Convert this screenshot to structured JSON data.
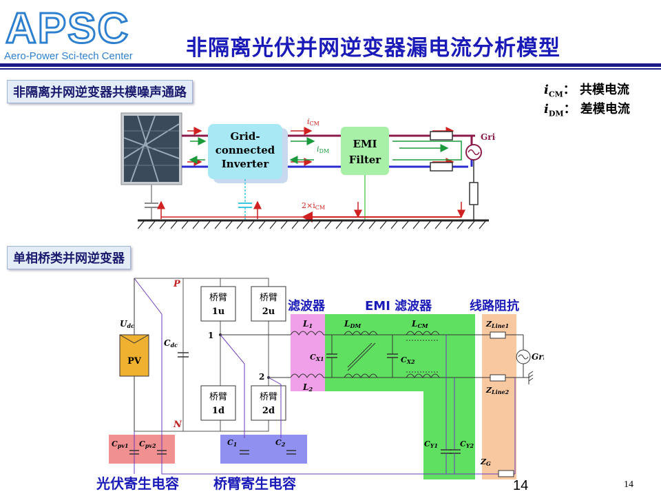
{
  "header": {
    "logo_text": "APSC",
    "logo_subtext": "Aero-Power Sci-tech Center",
    "title": "非隔离光伏并网逆变器漏电流分析模型"
  },
  "section1": {
    "label": "非隔离并网逆变器共模噪声通路",
    "legend": {
      "icm_symbol": "i",
      "icm_sub": "CM",
      "icm_text": "： 共模电流",
      "idm_symbol": "i",
      "idm_sub": "DM",
      "idm_text": "： 差模电流"
    },
    "diagram": {
      "inverter_line1": "Grid-",
      "inverter_line2": "connected",
      "inverter_line3": "Inverter",
      "emi_line1": "EMI",
      "emi_line2": "Filter",
      "grid_label": "Grid",
      "icm_label": "i",
      "icm_sub": "CM",
      "idm_label": "i",
      "idm_sub": "DM",
      "icm2_label": "2×i",
      "icm2_sub": "CM"
    }
  },
  "section2": {
    "label": "单相桥类并网逆变器",
    "circuit": {
      "filter_label": "滤波器",
      "emi_label": "EMI 滤波器",
      "line_imp_label": "线路阻抗",
      "p_label": "P",
      "n_label": "N",
      "udc": "U",
      "udc_sub": "dc",
      "cdc": "C",
      "cdc_sub": "dc",
      "pv": "PV",
      "node1": "1",
      "node2": "2",
      "bridge_1u_a": "桥臂",
      "bridge_1u_b": "1u",
      "bridge_2u_a": "桥臂",
      "bridge_2u_b": "2u",
      "bridge_1d_a": "桥臂",
      "bridge_1d_b": "1d",
      "bridge_2d_a": "桥臂",
      "bridge_2d_b": "2d",
      "l1": "L",
      "l1_sub": "1",
      "l2": "L",
      "l2_sub": "2",
      "ldm": "L",
      "ldm_sub": "DM",
      "lcm": "L",
      "lcm_sub": "CM",
      "cx1": "C",
      "cx1_sub": "X1",
      "cx2": "C",
      "cx2_sub": "X2",
      "cy1": "C",
      "cy1_sub": "Y1",
      "cy2": "C",
      "cy2_sub": "Y2",
      "zline1": "Z",
      "zline1_sub": "Line1",
      "zline2": "Z",
      "zline2_sub": "Line2",
      "zg": "Z",
      "zg_sub": "G",
      "grid": "Grid",
      "cpv1": "C",
      "cpv1_sub": "pv1",
      "cpv2": "C",
      "cpv2_sub": "pv2",
      "c1": "C",
      "c1_sub": "1",
      "c2": "C",
      "c2_sub": "2"
    },
    "caption_pv": "光伏寄生电容",
    "caption_bridge": "桥臂寄生电容"
  },
  "footer": {
    "page_center": "14",
    "page_right": "14"
  },
  "colors": {
    "title_blue": "#1a1ab8",
    "wire_red": "#8b1a4a",
    "wire_blue": "#2a2ad0",
    "wire_green": "#1a9a3a",
    "wire_purple": "#6a3ac0",
    "filter_pink": "#f0a0e8",
    "emi_green": "#5ee05e",
    "lineimp_orange": "#f8c8a0",
    "pvcap_red": "#f09090",
    "bridgecap_blue": "#9090f0"
  }
}
